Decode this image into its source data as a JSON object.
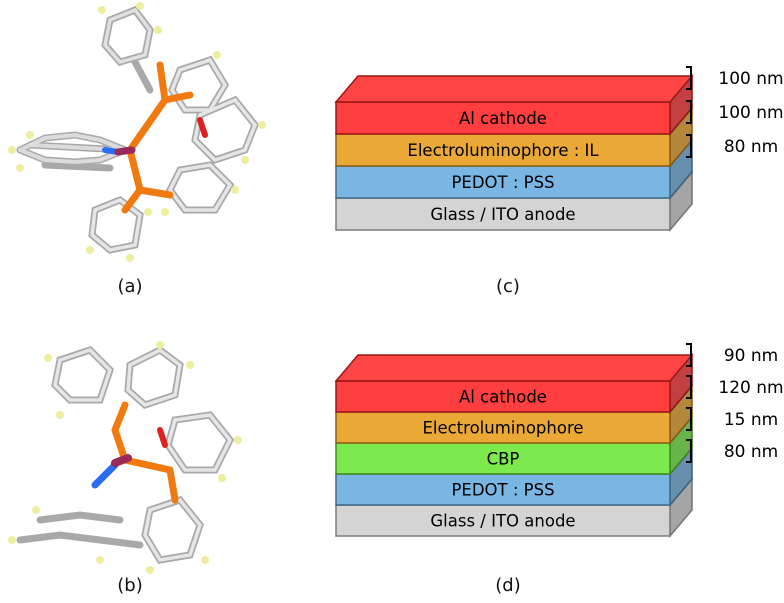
{
  "panels": [
    {
      "label": "(a)"
    },
    {
      "label": "(b)"
    },
    {
      "label": "(c)",
      "layers": [
        {
          "name": "Al cathode",
          "color": "#ff2a2a"
        },
        {
          "name": "Electroluminophore : IL",
          "color": "#e8a020"
        },
        {
          "name": "PEDOT : PSS",
          "color": "#6aaee0"
        },
        {
          "name": "Glass / ITO anode",
          "color": "#cfcfcf"
        }
      ],
      "thicknesses": [
        "100 nm",
        "100 nm",
        "80 nm"
      ]
    },
    {
      "label": "(d)",
      "layers": [
        {
          "name": "Al cathode",
          "color": "#ff2a2a"
        },
        {
          "name": "Electroluminophore",
          "color": "#e8a020"
        },
        {
          "name": "CBP",
          "color": "#6ee83a"
        },
        {
          "name": "PEDOT : PSS",
          "color": "#6aaee0"
        },
        {
          "name": "Glass / ITO anode",
          "color": "#cfcfcf"
        }
      ],
      "thicknesses": [
        "90 nm",
        "120 nm",
        "15 nm",
        "80 nm"
      ]
    }
  ]
}
